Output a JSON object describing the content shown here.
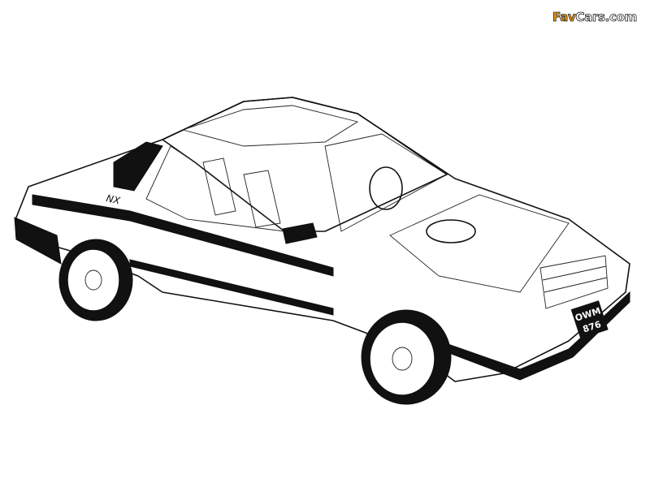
{
  "watermark": {
    "part1": "Fav",
    "part2": "Cars.com"
  },
  "car": {
    "badge": "NX",
    "plate_line1": "OWM",
    "plate_line2": "876"
  },
  "colors": {
    "ink": "#111111",
    "paper": "#ffffff",
    "watermark_accent": "#f39a12"
  }
}
